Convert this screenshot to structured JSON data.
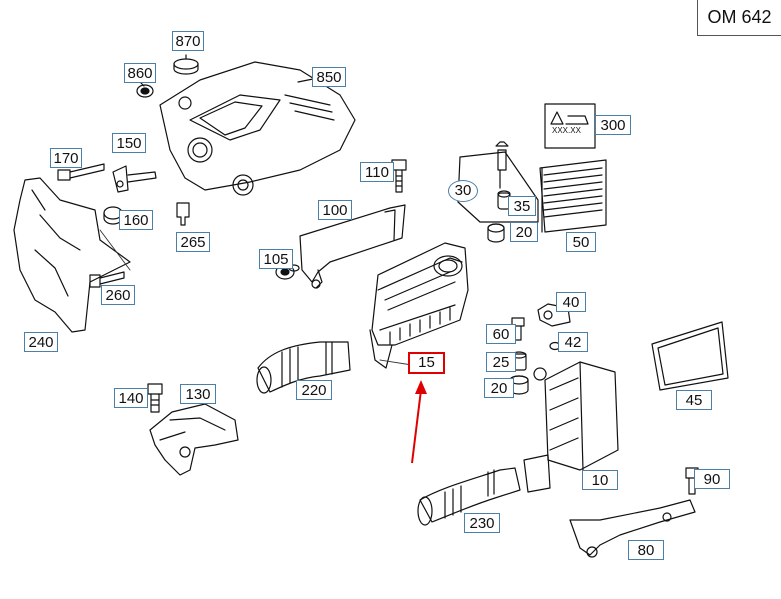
{
  "engine_code": "OM 642",
  "highlight_color": "#e00000",
  "label_border_color": "#4a7fa8",
  "highlighted_part": "15",
  "parts": {
    "p870": "870",
    "p860": "860",
    "p850": "850",
    "p170": "170",
    "p150": "150",
    "p160": "160",
    "p265": "265",
    "p110": "110",
    "p100": "100",
    "p105": "105",
    "p260": "260",
    "p240": "240",
    "p300": "300",
    "p30": "30",
    "p35": "35",
    "p20a": "20",
    "p50": "50",
    "p40": "40",
    "p60": "60",
    "p42": "42",
    "p25": "25",
    "p20b": "20",
    "p15": "15",
    "p45": "45",
    "p220": "220",
    "p140": "140",
    "p130": "130",
    "p10": "10",
    "p90": "90",
    "p230": "230",
    "p80": "80"
  },
  "warning_label_text": "XXX.XX"
}
